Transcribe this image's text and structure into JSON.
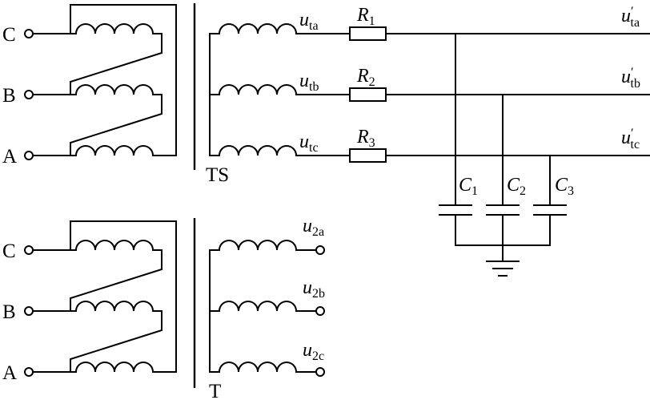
{
  "top_group": {
    "primary_labels": [
      "C",
      "B",
      "A"
    ],
    "transformer_label": "TS",
    "secondary": [
      {
        "var": "u",
        "sub": "ta"
      },
      {
        "var": "u",
        "sub": "tb"
      },
      {
        "var": "u",
        "sub": "tc"
      }
    ],
    "resistors": [
      {
        "var": "R",
        "sub": "1"
      },
      {
        "var": "R",
        "sub": "2"
      },
      {
        "var": "R",
        "sub": "3"
      }
    ],
    "outputs": [
      {
        "var": "u",
        "sub": "ta",
        "prime": "′"
      },
      {
        "var": "u",
        "sub": "tb",
        "prime": "′"
      },
      {
        "var": "u",
        "sub": "tc",
        "prime": "′"
      }
    ],
    "capacitors": [
      {
        "var": "C",
        "sub": "1"
      },
      {
        "var": "C",
        "sub": "2"
      },
      {
        "var": "C",
        "sub": "3"
      }
    ]
  },
  "bottom_group": {
    "primary_labels": [
      "C",
      "B",
      "A"
    ],
    "transformer_label": "T",
    "secondary": [
      {
        "var": "u",
        "sub": "2a"
      },
      {
        "var": "u",
        "sub": "2b"
      },
      {
        "var": "u",
        "sub": "2c"
      }
    ]
  }
}
